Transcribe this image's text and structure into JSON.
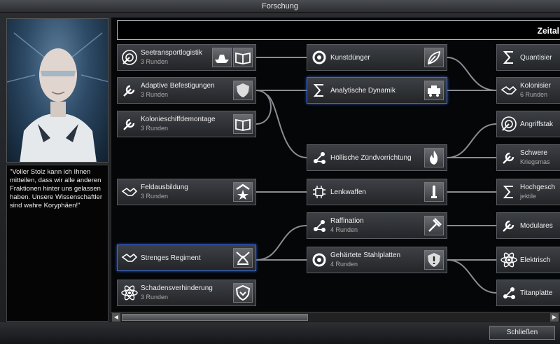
{
  "window": {
    "title": "Forschung"
  },
  "advisor": {
    "quote": "\"Voller Stolz kann ich Ihnen mitteilen, dass wir alle anderen Fraktionen hinter uns gelassen haben. Unsere Wissenschaftler sind wahre Koryphäen!\""
  },
  "tree": {
    "era_label": "Zeital",
    "col1": [
      {
        "name": "Seetransportlogistik",
        "turns": "3 Runden",
        "icon": "radar-icon",
        "bonus": [
          "ship-icon",
          "book-icon"
        ]
      },
      {
        "name": "Adaptive Befestigungen",
        "turns": "3 Runden",
        "icon": "wrench-icon",
        "bonus": [
          "shield-icon"
        ]
      },
      {
        "name": "Kolonieschiffdemontage",
        "turns": "3 Runden",
        "icon": "wrench-icon",
        "bonus": [
          "book-icon"
        ]
      },
      {
        "name": "Feldausbildung",
        "turns": "3 Runden",
        "icon": "handshake-icon",
        "bonus": [
          "rank-star-icon"
        ]
      },
      {
        "name": "Strenges Regiment",
        "turns": "",
        "icon": "handshake-icon",
        "bonus": [
          "regiment-icon"
        ]
      },
      {
        "name": "Schadensverhinderung",
        "turns": "3 Runden",
        "icon": "atom-icon",
        "bonus": [
          "shield-badge-icon"
        ]
      }
    ],
    "col2": [
      {
        "name": "Kunstdünger",
        "turns": "",
        "icon": "ring-icon",
        "bonus": [
          "leaf-icon"
        ]
      },
      {
        "name": "Analytische Dynamik",
        "turns": "",
        "icon": "sigma-icon",
        "bonus": [
          "vehicle-icon"
        ]
      },
      {
        "name": "Höllische Zündvorrichtung",
        "turns": "",
        "icon": "nodes-icon",
        "bonus": [
          "fire-icon"
        ]
      },
      {
        "name": "Lenkwaffen",
        "turns": "",
        "icon": "chip-icon",
        "bonus": [
          "missile-icon"
        ]
      },
      {
        "name": "Raffination",
        "turns": "4 Runden",
        "icon": "nodes-icon",
        "bonus": [
          "hammer-icon"
        ]
      },
      {
        "name": "Gehärtete Stahlplatten",
        "turns": "4 Runden",
        "icon": "ring-icon",
        "bonus": [
          "alert-shield-icon"
        ]
      }
    ],
    "col3": [
      {
        "name": "Quantisier",
        "turns": "",
        "icon": "sigma-icon"
      },
      {
        "name": "Kolonisier",
        "turns": "6 Runden",
        "icon": "handshake-icon"
      },
      {
        "name": "Angriffstak",
        "turns": "",
        "icon": "radar-icon"
      },
      {
        "name": "Schwere",
        "turns": "Kriegsmas",
        "icon": "wrench-icon"
      },
      {
        "name": "Hochgesch",
        "turns": "jektile",
        "icon": "sigma-icon"
      },
      {
        "name": "Modulares",
        "turns": "",
        "icon": "wrench-icon"
      },
      {
        "name": "Elektrisch",
        "turns": "",
        "icon": "atom-icon"
      },
      {
        "name": "Titanplatte",
        "turns": "",
        "icon": "nodes-icon"
      }
    ]
  },
  "controls": {
    "scroll_left": "◀",
    "scroll_right": "▶",
    "close_label": "Schließen"
  },
  "colors": {
    "selected_border": "#3d6bd4",
    "panel_bg": "#050607"
  }
}
